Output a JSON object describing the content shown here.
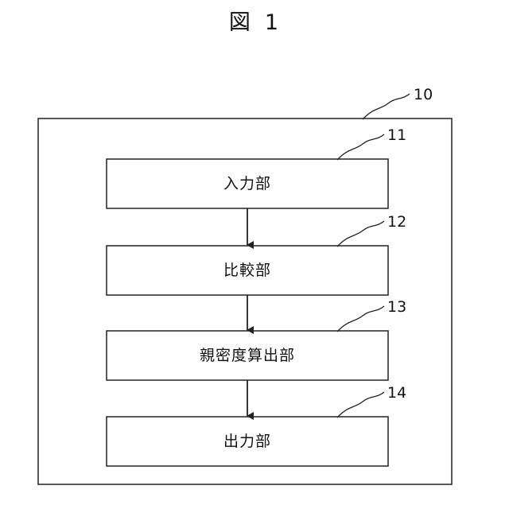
{
  "figure": {
    "title_word": "図",
    "title_number": "1"
  },
  "system": {
    "ref": "10"
  },
  "blocks": [
    {
      "ref": "11",
      "label": "入力部"
    },
    {
      "ref": "12",
      "label": "比較部"
    },
    {
      "ref": "13",
      "label": "親密度算出部"
    },
    {
      "ref": "14",
      "label": "出力部"
    }
  ],
  "colors": {
    "line": "#222222",
    "background": "#ffffff"
  }
}
